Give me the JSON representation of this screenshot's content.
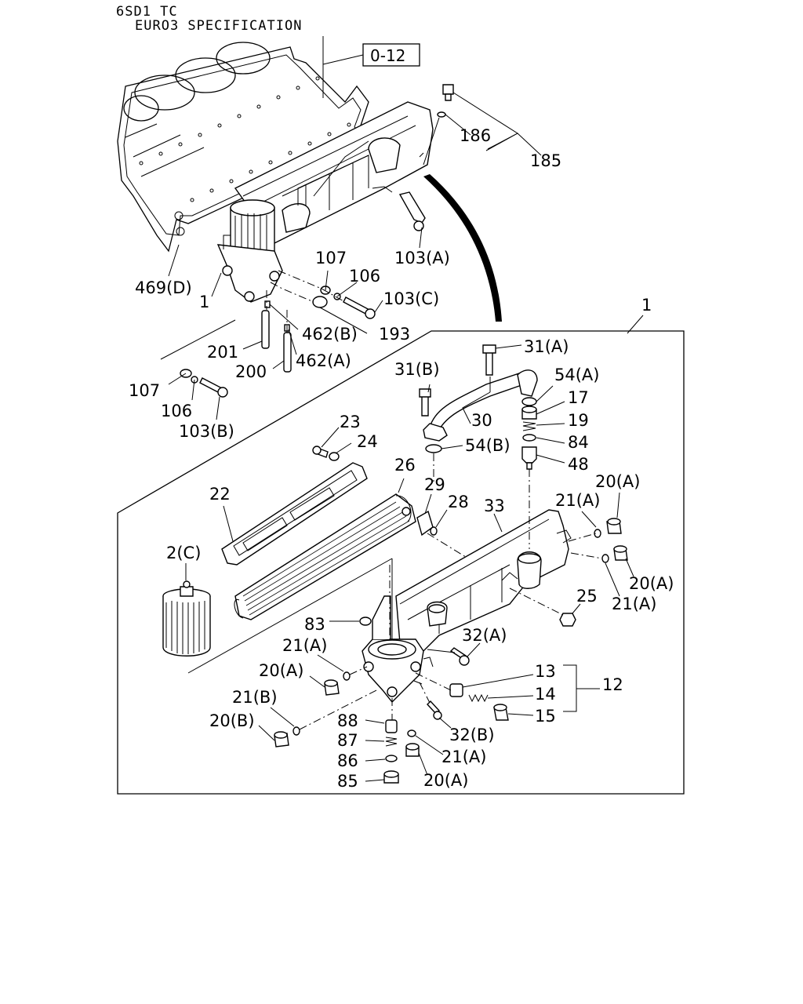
{
  "header": {
    "model": "6SD1 TC",
    "specification": "EURO3 SPECIFICATION"
  },
  "reference_box": "0-12",
  "callouts": {
    "c186": "186",
    "c185": "185",
    "c103A": "103(A)",
    "c107_top": "107",
    "c106_top": "106",
    "c103C": "103(C)",
    "c469D": "469(D)",
    "c1_small": "1",
    "c193": "193",
    "c462B": "462(B)",
    "c201": "201",
    "c462A": "462(A)",
    "c200": "200",
    "c107_bot": "107",
    "c106_bot": "106",
    "c103B": "103(B)",
    "c1_main": "1",
    "c31A": "31(A)",
    "c31B": "31(B)",
    "c54A": "54(A)",
    "c17": "17",
    "c30": "30",
    "c19": "19",
    "c84": "84",
    "c54B": "54(B)",
    "c48": "48",
    "c23": "23",
    "c24": "24",
    "c26": "26",
    "c22": "22",
    "c29": "29",
    "c28": "28",
    "c33": "33",
    "c20A_r1": "20(A)",
    "c21A_r1": "21(A)",
    "c2C": "2(C)",
    "c20A_r2": "20(A)",
    "c21A_r2": "21(A)",
    "c25": "25",
    "c83": "83",
    "c32A": "32(A)",
    "c21A_l": "21(A)",
    "c13": "13",
    "c12": "12",
    "c20A_l": "20(A)",
    "c14": "14",
    "c21B": "21(B)",
    "c15": "15",
    "c20B": "20(B)",
    "c88": "88",
    "c32B": "32(B)",
    "c87": "87",
    "c21A_b": "21(A)",
    "c86": "86",
    "c20A_b": "20(A)",
    "c85": "85"
  }
}
